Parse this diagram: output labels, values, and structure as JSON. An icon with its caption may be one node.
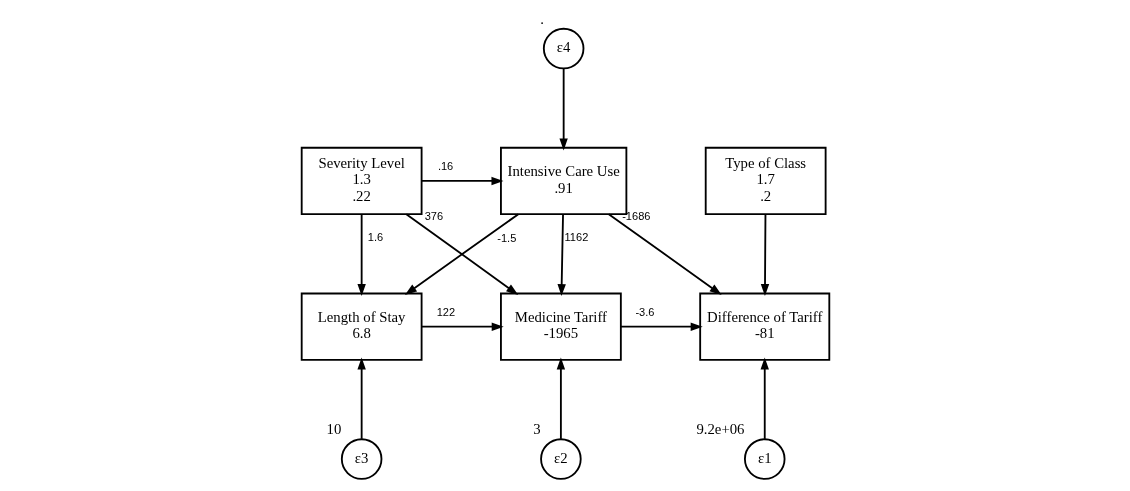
{
  "diagram": {
    "nodes": [
      {
        "text": [
          "Severity Level",
          "1.3",
          ".22"
        ]
      },
      {
        "text": [
          "Intensive Care Use",
          ".91"
        ]
      },
      {
        "text": [
          "ε4"
        ],
        "beside": [
          "."
        ]
      },
      {
        "text": [
          "Type of Class",
          "1.7",
          ".2"
        ]
      },
      {
        "text": [
          "Length of Stay",
          "6.8"
        ]
      },
      {
        "text": [
          "Medicine Tariff",
          "-1965"
        ]
      },
      {
        "text": [
          "ε2"
        ],
        "beside": [
          "3"
        ]
      },
      {
        "text": [
          "Difference of Tariff",
          "-81"
        ]
      },
      {
        "text": [
          "ε1"
        ],
        "beside": [
          "9.2e+06"
        ]
      },
      {
        "text": [
          "ε3"
        ],
        "beside": [
          "10"
        ]
      }
    ],
    "edges": [
      {
        "from": 0,
        "to": 1,
        "arrow": "to",
        "label": ".16"
      },
      {
        "from": 0,
        "to": 4,
        "arrow": "to",
        "label": "1.6"
      },
      {
        "from": 0,
        "to": 5,
        "arrow": "to",
        "label": "376"
      },
      {
        "from": 1,
        "to": 4,
        "arrow": "to",
        "label": "-1.5"
      },
      {
        "from": 1,
        "to": 5,
        "arrow": "to",
        "label": "1162"
      },
      {
        "from": 1,
        "to": 7,
        "arrow": "to",
        "label": "-1686"
      },
      {
        "from": 2,
        "to": 1,
        "arrow": "to"
      },
      {
        "from": 3,
        "to": 7,
        "arrow": "to"
      },
      {
        "from": 4,
        "to": 5,
        "arrow": "to",
        "label": "122"
      },
      {
        "from": 6,
        "to": 5,
        "arrow": "to"
      },
      {
        "from": 5,
        "to": 7,
        "arrow": "to",
        "label": "-3.6"
      },
      {
        "from": 8,
        "to": 7,
        "arrow": "to"
      },
      {
        "from": 9,
        "to": 4,
        "arrow": "to"
      }
    ]
  }
}
